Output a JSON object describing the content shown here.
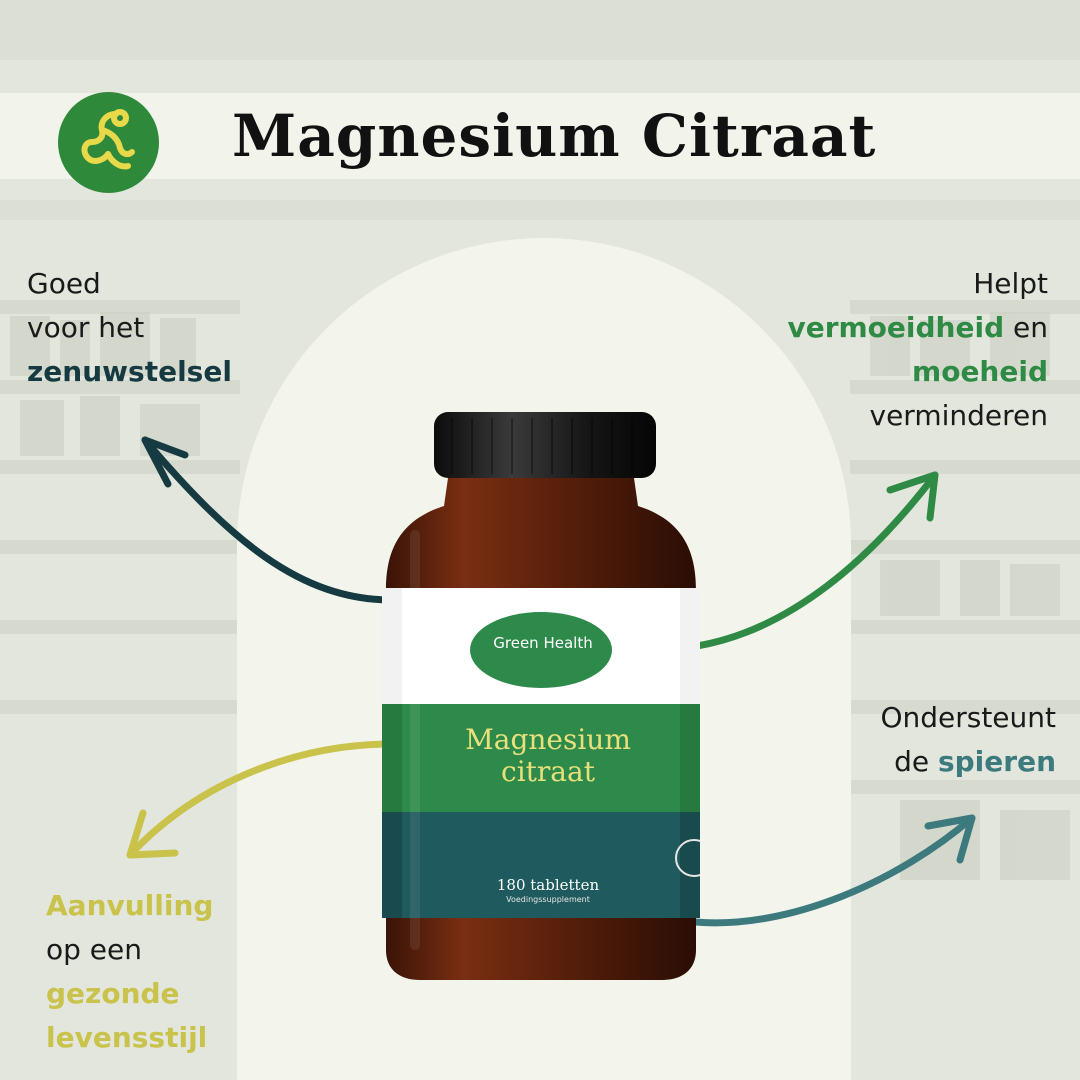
{
  "title": "Magnesium Citraat",
  "logo_icon": "green-health-figure-icon",
  "benefits": {
    "left_top": {
      "line1": "Goed",
      "line2": "voor het",
      "highlight": "zenuwstelsel"
    },
    "right_top": {
      "line1": "Helpt",
      "highlight1": "vermoeidheid",
      "connector": " en",
      "highlight2": "moeheid",
      "line4": "verminderen"
    },
    "right_bottom": {
      "line1": "Ondersteunt",
      "prefix": "de ",
      "highlight": "spieren"
    },
    "left_bottom": {
      "highlight1": "Aanvulling",
      "line2": "op een",
      "highlight2": "gezonde",
      "highlight3": "levensstijl"
    }
  },
  "product": {
    "brand": "Green Health",
    "name_line1": "Magnesium",
    "name_line2": "citraat",
    "count": "180 tabletten",
    "subtitle": "Voedingssupplement"
  },
  "colors": {
    "dark_teal": "#163a42",
    "green": "#2e8a44",
    "teal": "#3d7a7e",
    "yellow": "#c9c24b",
    "logo_green": "#2e8a3a"
  }
}
